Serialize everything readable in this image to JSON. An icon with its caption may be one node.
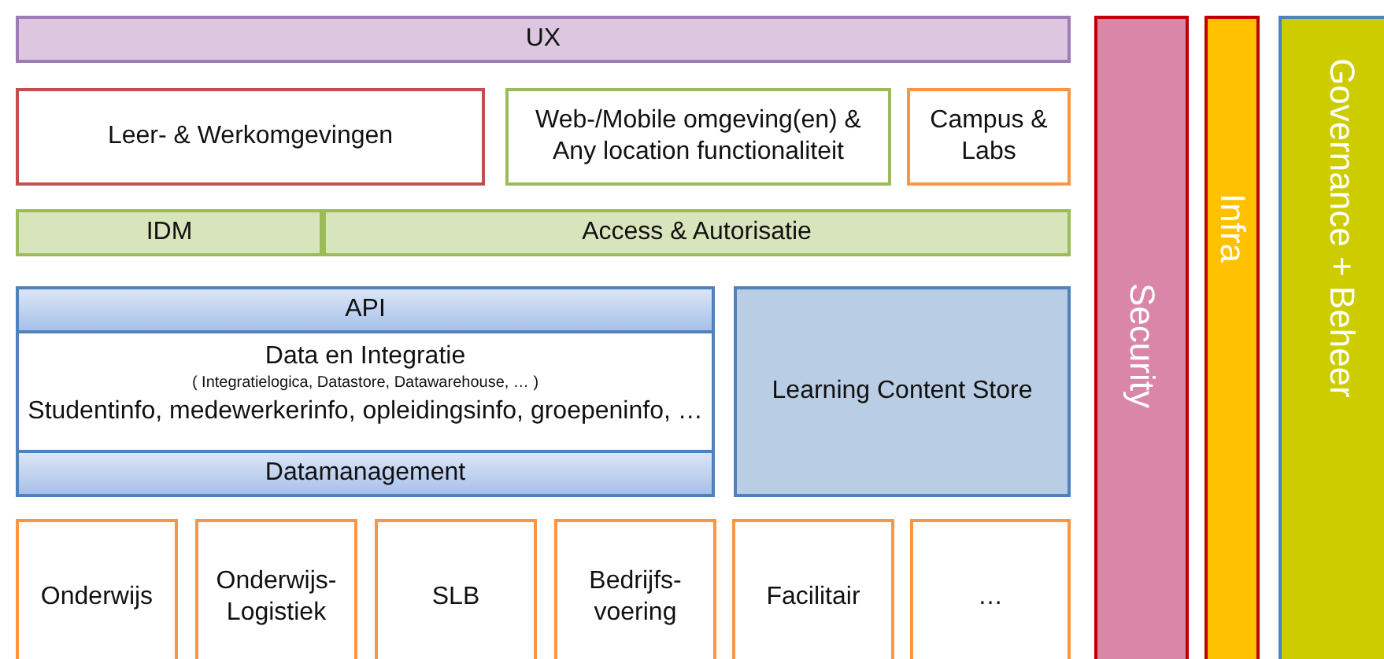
{
  "diagram": {
    "nodes": [
      {
        "text": [
          "UX"
        ]
      },
      {
        "text": [
          "Leer- & Werkomgevingen"
        ]
      },
      {
        "text": [
          "Web-/Mobile omgeving(en) & Any location functionaliteit"
        ]
      },
      {
        "text": [
          "Campus & Labs"
        ]
      },
      {
        "text": [
          "IDM"
        ]
      },
      {
        "text": [
          "Access & Autorisatie"
        ]
      },
      {
        "text": [
          "Data en Integratie",
          "( Integratielogica, Datastore, Datawarehouse, … )",
          "Studentinfo, medewerkerinfo, opleidingsinfo, groepeninfo, …"
        ]
      },
      {
        "text": [
          "API"
        ],
        "in": 6
      },
      {
        "text": [
          "Datamanagement"
        ],
        "in": 6
      },
      {
        "text": [
          "Learning Content Store"
        ]
      },
      {
        "text": [
          "Onderwijs"
        ]
      },
      {
        "text": [
          "Onderwijs- Logistiek"
        ]
      },
      {
        "text": [
          "SLB"
        ]
      },
      {
        "text": [
          "Bedrijfs- voering"
        ]
      },
      {
        "text": [
          "Facilitair"
        ]
      },
      {
        "text": [
          "…"
        ]
      },
      {
        "text": [
          "Security"
        ]
      },
      {
        "text": [
          "Infra"
        ]
      },
      {
        "text": [
          "Governance + Beheer"
        ]
      }
    ],
    "edges": []
  }
}
